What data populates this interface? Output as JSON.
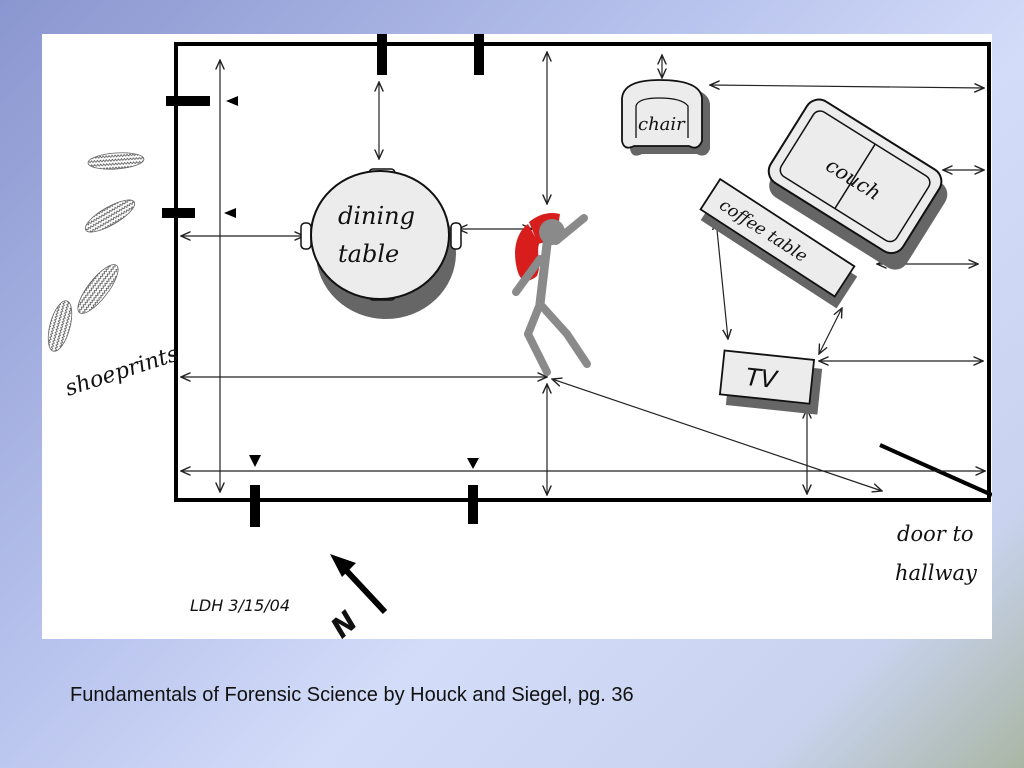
{
  "diagram": {
    "labels": {
      "chair": "chair",
      "couch": "couch",
      "coffee_table": "coffee table",
      "tv": "TV",
      "dining_line1": "dining",
      "dining_line2": "table",
      "shoeprints": "shoeprints",
      "door_line1": "door to",
      "door_line2": "hallway",
      "initials_date": "LDH 3/15/04",
      "north": "N"
    }
  },
  "caption": "Fundamentals of Forensic Science by Houck and Siegel, pg. 36"
}
